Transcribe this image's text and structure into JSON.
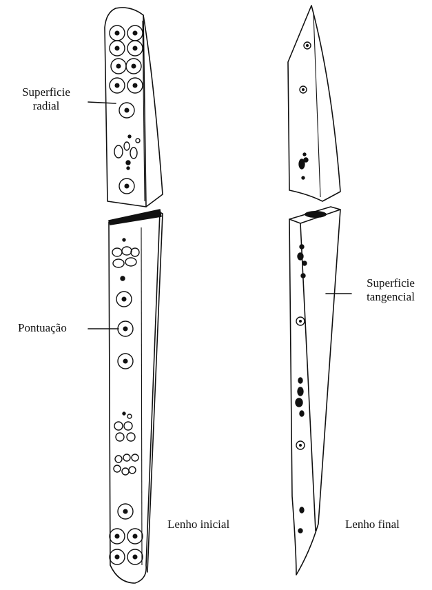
{
  "labels": {
    "radial_surface": "Superficie radial",
    "radial_surface_line1": "Superficie",
    "radial_surface_line2": "radial",
    "pit": "Pontuação",
    "tangential_surface_line1": "Superficie",
    "tangential_surface_line2": "tangencial",
    "earlywood": "Lenho inicial",
    "latewood": "Lenho final"
  }
}
